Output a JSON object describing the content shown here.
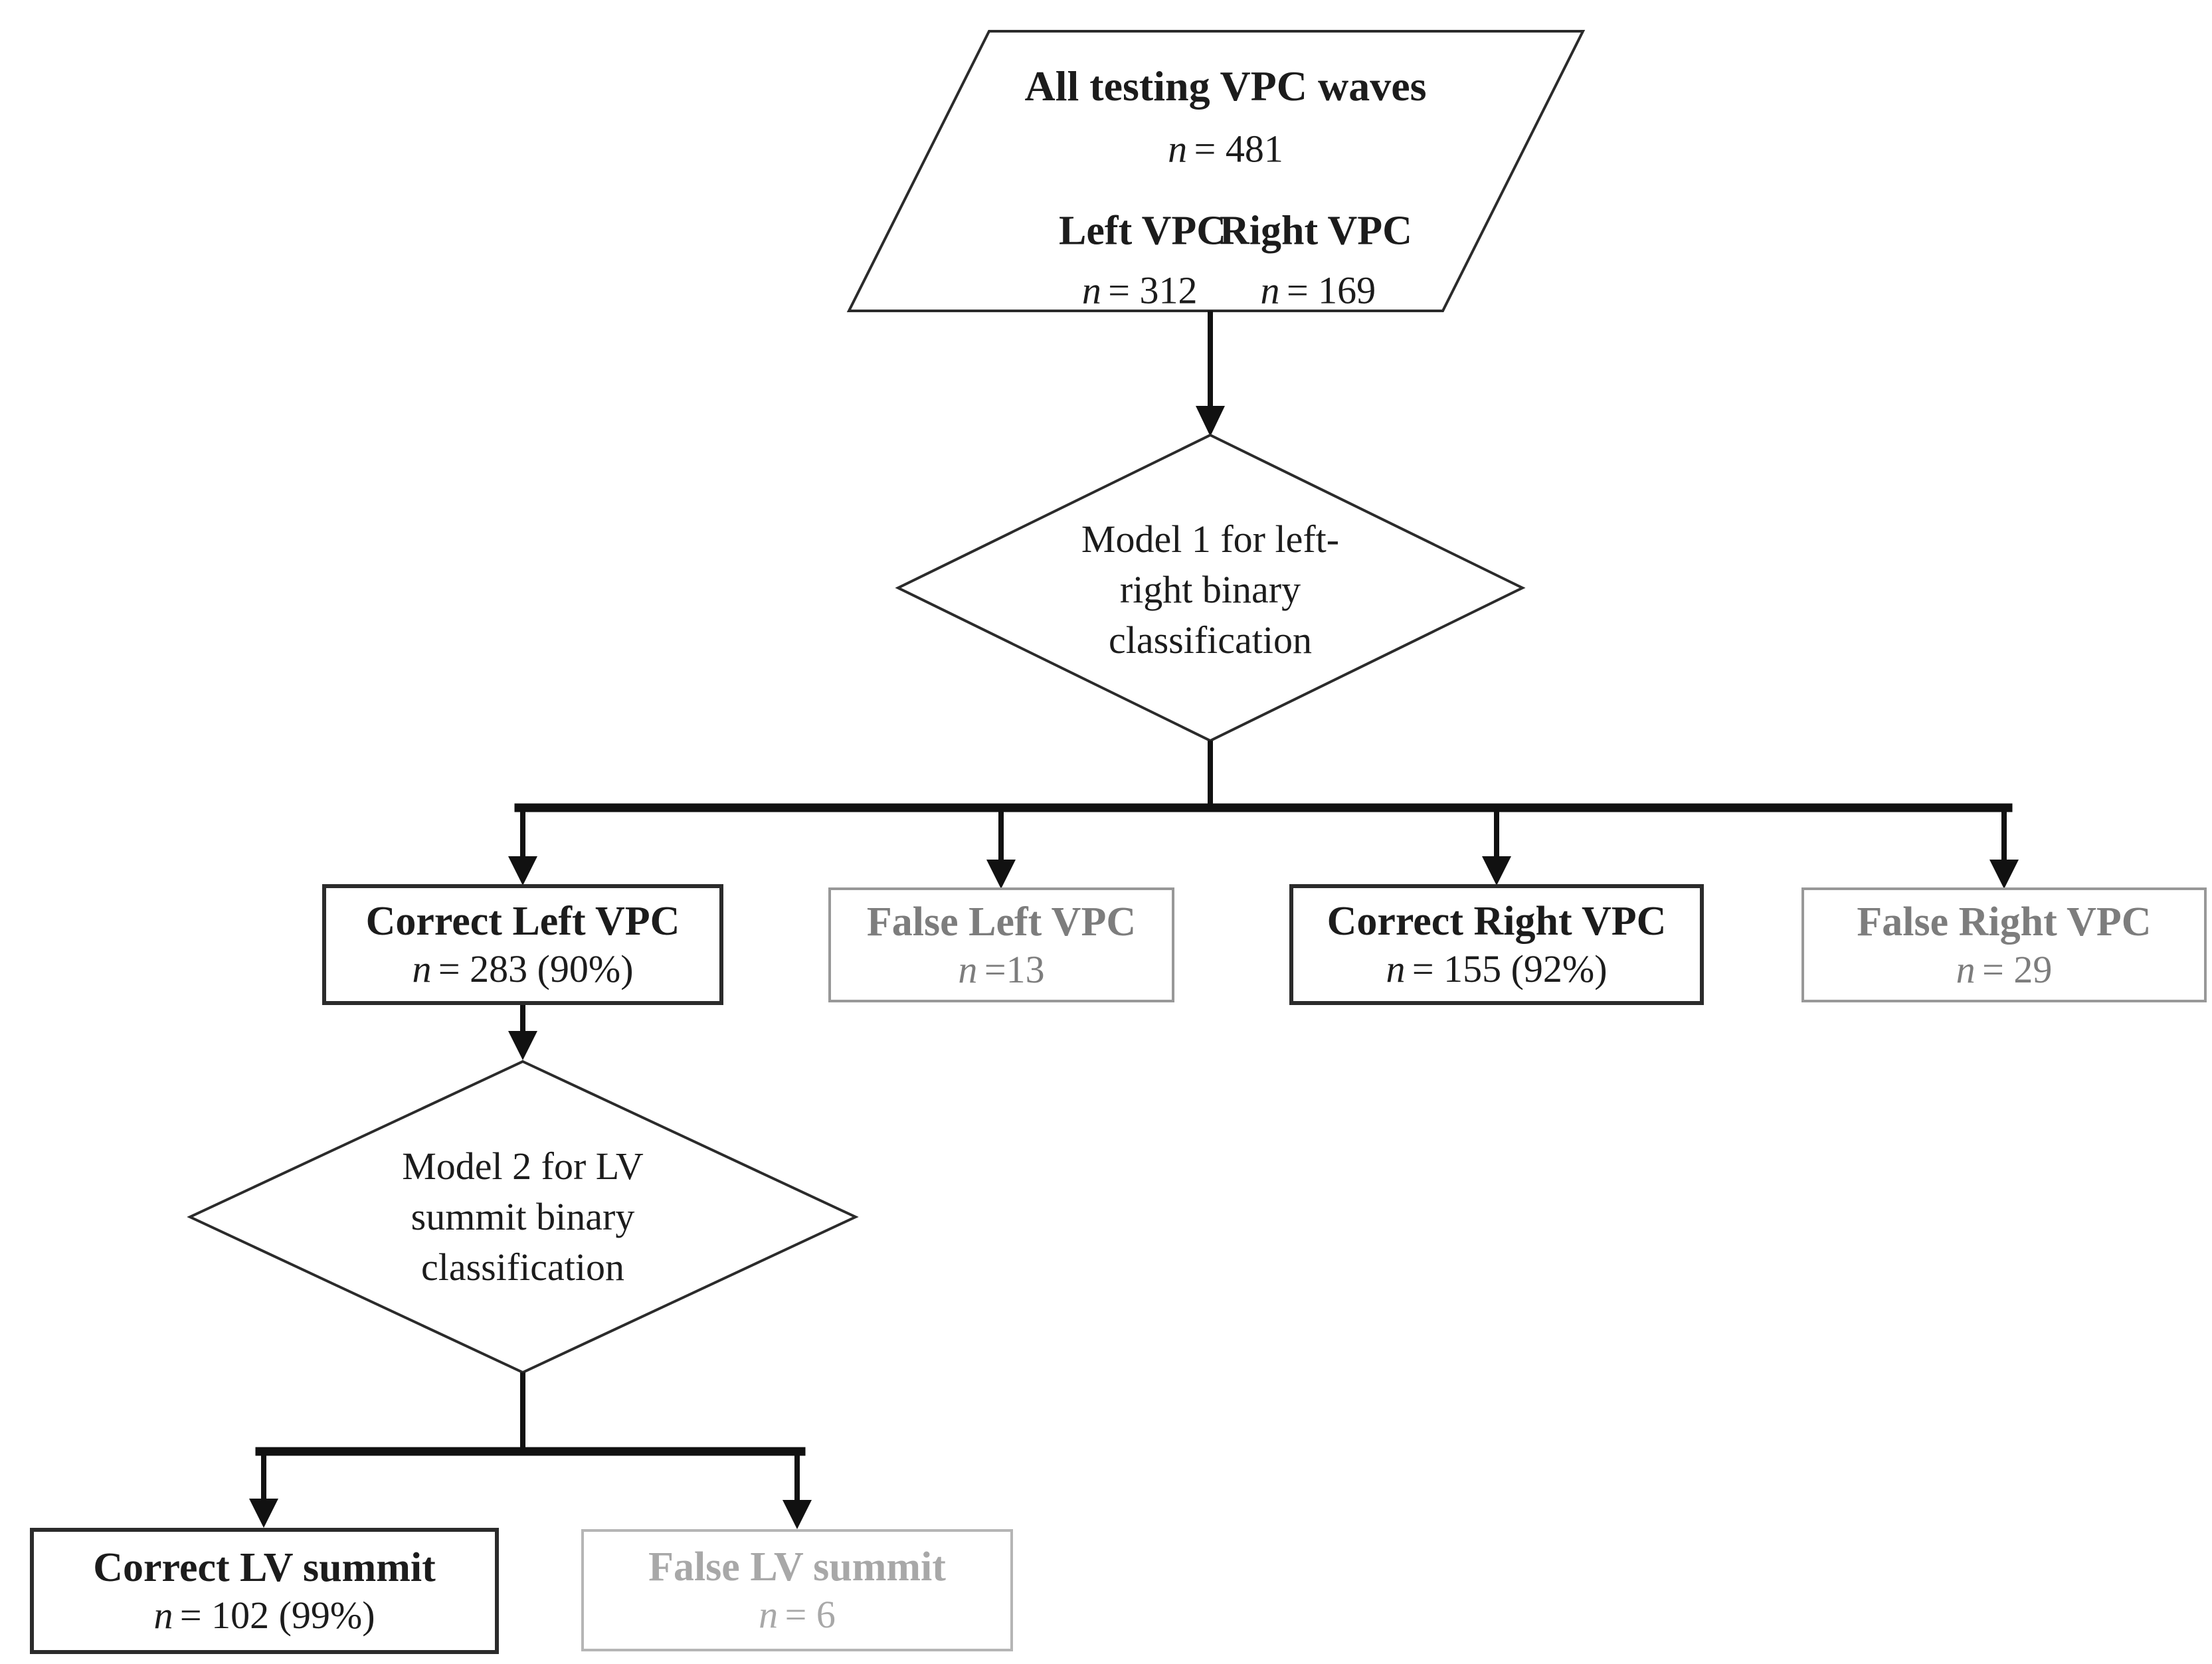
{
  "palette": {
    "ink": "#1c1c1c",
    "connector": "#111111",
    "correct_border": "#2b2b2b",
    "false_mid_text": "#7d7d7d",
    "false_mid_border": "#989898",
    "false_light_text": "#a8a8a8",
    "false_light_border": "#b5b5b5",
    "background": "#ffffff"
  },
  "source": {
    "title": "All testing VPC waves",
    "var": "n",
    "stat": "= 481",
    "left": {
      "label": "Left VPC",
      "var": "n",
      "stat": "= 312"
    },
    "right": {
      "label": "Right VPC",
      "var": "n",
      "stat": "= 169"
    }
  },
  "decisions": {
    "model1": {
      "lines": [
        "Model 1 for left-",
        "right binary",
        "classification"
      ]
    },
    "model2": {
      "lines": [
        "Model 2 for LV",
        "summit binary",
        "classification"
      ]
    }
  },
  "outcomes": {
    "correct_left": {
      "label": "Correct Left VPC",
      "var": "n",
      "stat": "= 283 (90%)"
    },
    "false_left": {
      "label": "False Left VPC",
      "var": "n",
      "stat": "=13"
    },
    "correct_right": {
      "label": "Correct Right VPC",
      "var": "n",
      "stat": "= 155 (92%)"
    },
    "false_right": {
      "label": "False Right VPC",
      "var": "n",
      "stat": "= 29"
    },
    "correct_lv": {
      "label": "Correct LV summit",
      "var": "n",
      "stat": "= 102 (99%)"
    },
    "false_lv": {
      "label": "False LV summit",
      "var": "n",
      "stat": "= 6"
    }
  }
}
